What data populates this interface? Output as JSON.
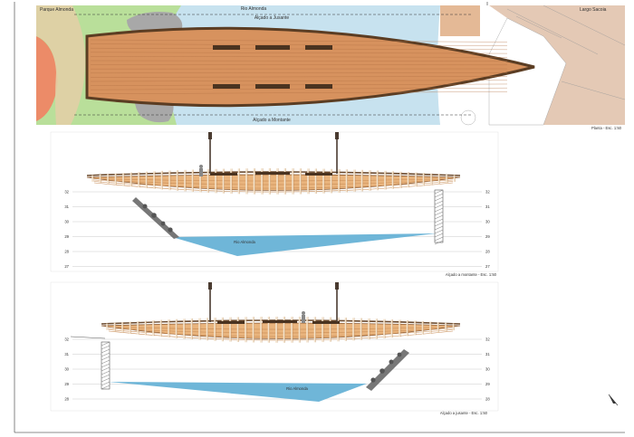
{
  "plan": {
    "park_label": "Parque Almonda",
    "river_label": "Rio Almonda",
    "upstream_label": "Alçado a Jusante",
    "downstream_label": "Alçado a Montante",
    "square_label": "Largo Sacoia",
    "scale_caption": "Planta - Esc. 1:50"
  },
  "elevation_upstream": {
    "caption": "Alçado a montante - Esc. 1:50",
    "water_label": "Rio Almonda",
    "level_labels": [
      "32",
      "31",
      "30",
      "29",
      "28",
      "27"
    ]
  },
  "elevation_downstream": {
    "caption": "Alçado a jusante - Esc. 1:50",
    "water_label": "Rio Almonda",
    "level_labels": [
      "32",
      "31",
      "30",
      "29",
      "28"
    ]
  },
  "colors": {
    "river": "#c7e2ef",
    "water": "#6fb6d8",
    "grass": "#b9df9a",
    "deck": "#d7925e",
    "deck_edge": "#5b3d23",
    "paving": "#e4c9b5",
    "rail": "#c79a68"
  }
}
